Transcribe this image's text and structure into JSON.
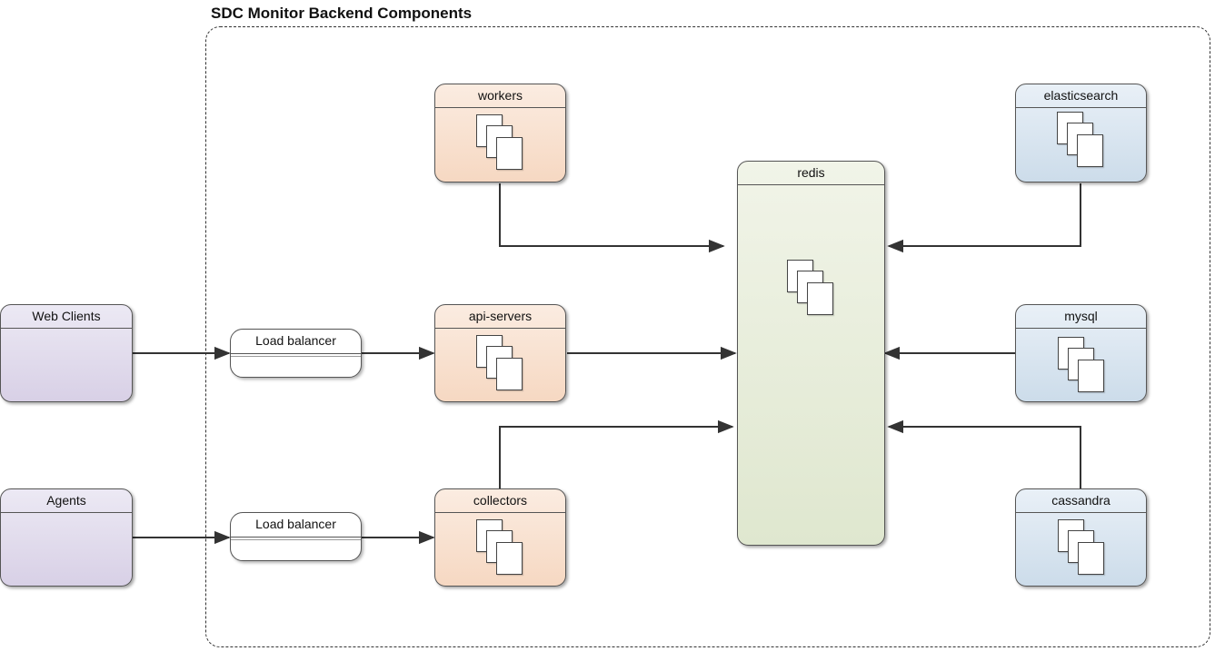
{
  "title": "SDC Monitor Backend Components",
  "colors": {
    "service_fill": "#f6d8c2",
    "datastore_fill": "#ccdcea",
    "client_fill": "#d8d0e6",
    "redis_fill": "#dfe7cf",
    "edge_color": "#333333"
  },
  "clients": {
    "web_clients": "Web Clients",
    "agents": "Agents"
  },
  "load_balancers": {
    "web": "Load balancer",
    "agents": "Load balancer"
  },
  "services": {
    "workers": "workers",
    "api_servers": "api-servers",
    "collectors": "collectors"
  },
  "hub": {
    "redis": "redis"
  },
  "datastores": {
    "elasticsearch": "elasticsearch",
    "mysql": "mysql",
    "cassandra": "cassandra"
  },
  "edges": [
    {
      "from": "web_clients",
      "to": "load_balancer_web"
    },
    {
      "from": "load_balancer_web",
      "to": "api_servers"
    },
    {
      "from": "agents",
      "to": "load_balancer_agents"
    },
    {
      "from": "load_balancer_agents",
      "to": "collectors"
    },
    {
      "from": "workers",
      "to": "redis"
    },
    {
      "from": "api_servers",
      "to": "redis"
    },
    {
      "from": "collectors",
      "to": "redis"
    },
    {
      "from": "elasticsearch",
      "to": "redis"
    },
    {
      "from": "mysql",
      "to": "redis"
    },
    {
      "from": "cassandra",
      "to": "redis"
    }
  ]
}
